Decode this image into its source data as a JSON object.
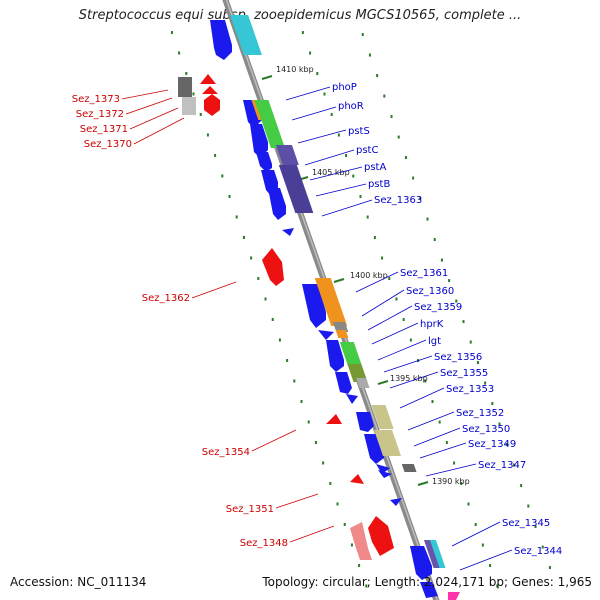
{
  "title": "Streptococcus equi subsp. zooepidemicus MGCS10565, complete ...",
  "footer": {
    "accession": "Accession: NC_011134",
    "summary": "Topology: circular; Length: 2,024,171 bp; Genes: 1,965"
  },
  "colors": {
    "backbone": "#888888",
    "plus_label": "#0000cc",
    "minus_label": "#cc0000",
    "tick": "#2a7a2a"
  },
  "kbp_labels": [
    "1410 kbp",
    "1405 kbp",
    "1400 kbp",
    "1395 kbp",
    "1390 kbp"
  ],
  "right_labels": [
    "phoP",
    "phoR",
    "pstS",
    "pstC",
    "pstA",
    "pstB",
    "Sez_1363",
    "Sez_1361",
    "Sez_1360",
    "Sez_1359",
    "hprK",
    "lgt",
    "Sez_1356",
    "Sez_1355",
    "Sez_1353",
    "Sez_1352",
    "Sez_1350",
    "Sez_1349",
    "Sez_1347",
    "Sez_1345",
    "Sez_1344"
  ],
  "left_labels": [
    "Sez_1373",
    "Sez_1372",
    "Sez_1371",
    "Sez_1370",
    "Sez_1362",
    "Sez_1354",
    "Sez_1351",
    "Sez_1348"
  ]
}
